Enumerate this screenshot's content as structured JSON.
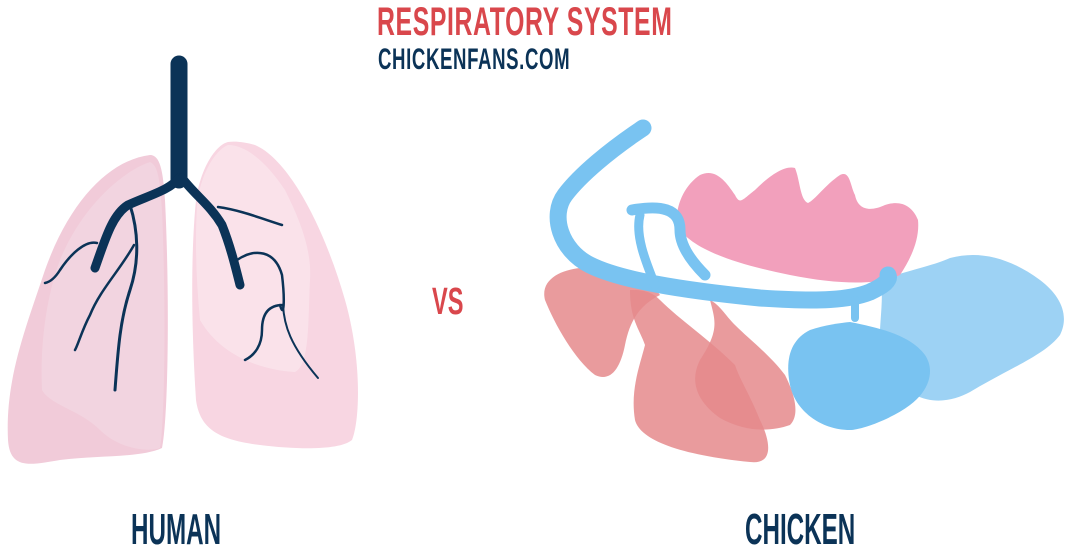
{
  "header": {
    "title": "RESPIRATORY SYSTEM",
    "subtitle": "CHICKENFANS.COM"
  },
  "comparison": {
    "separator": "VS",
    "left_label": "HUMAN",
    "right_label": "CHICKEN"
  },
  "colors": {
    "title_red": "#d9474c",
    "navy": "#0b3357",
    "lung_pink_dark": "#f1cbd9",
    "lung_pink_light": "#f8dde6",
    "air_sac_blue": "#79c3f1",
    "air_sac_light_blue": "#9dd2f4",
    "chicken_lung_pink": "#f2a0bc",
    "air_sac_red": "#e58a8c"
  },
  "illustrations": {
    "left": "human-lungs",
    "right": "chicken-respiratory-system"
  }
}
